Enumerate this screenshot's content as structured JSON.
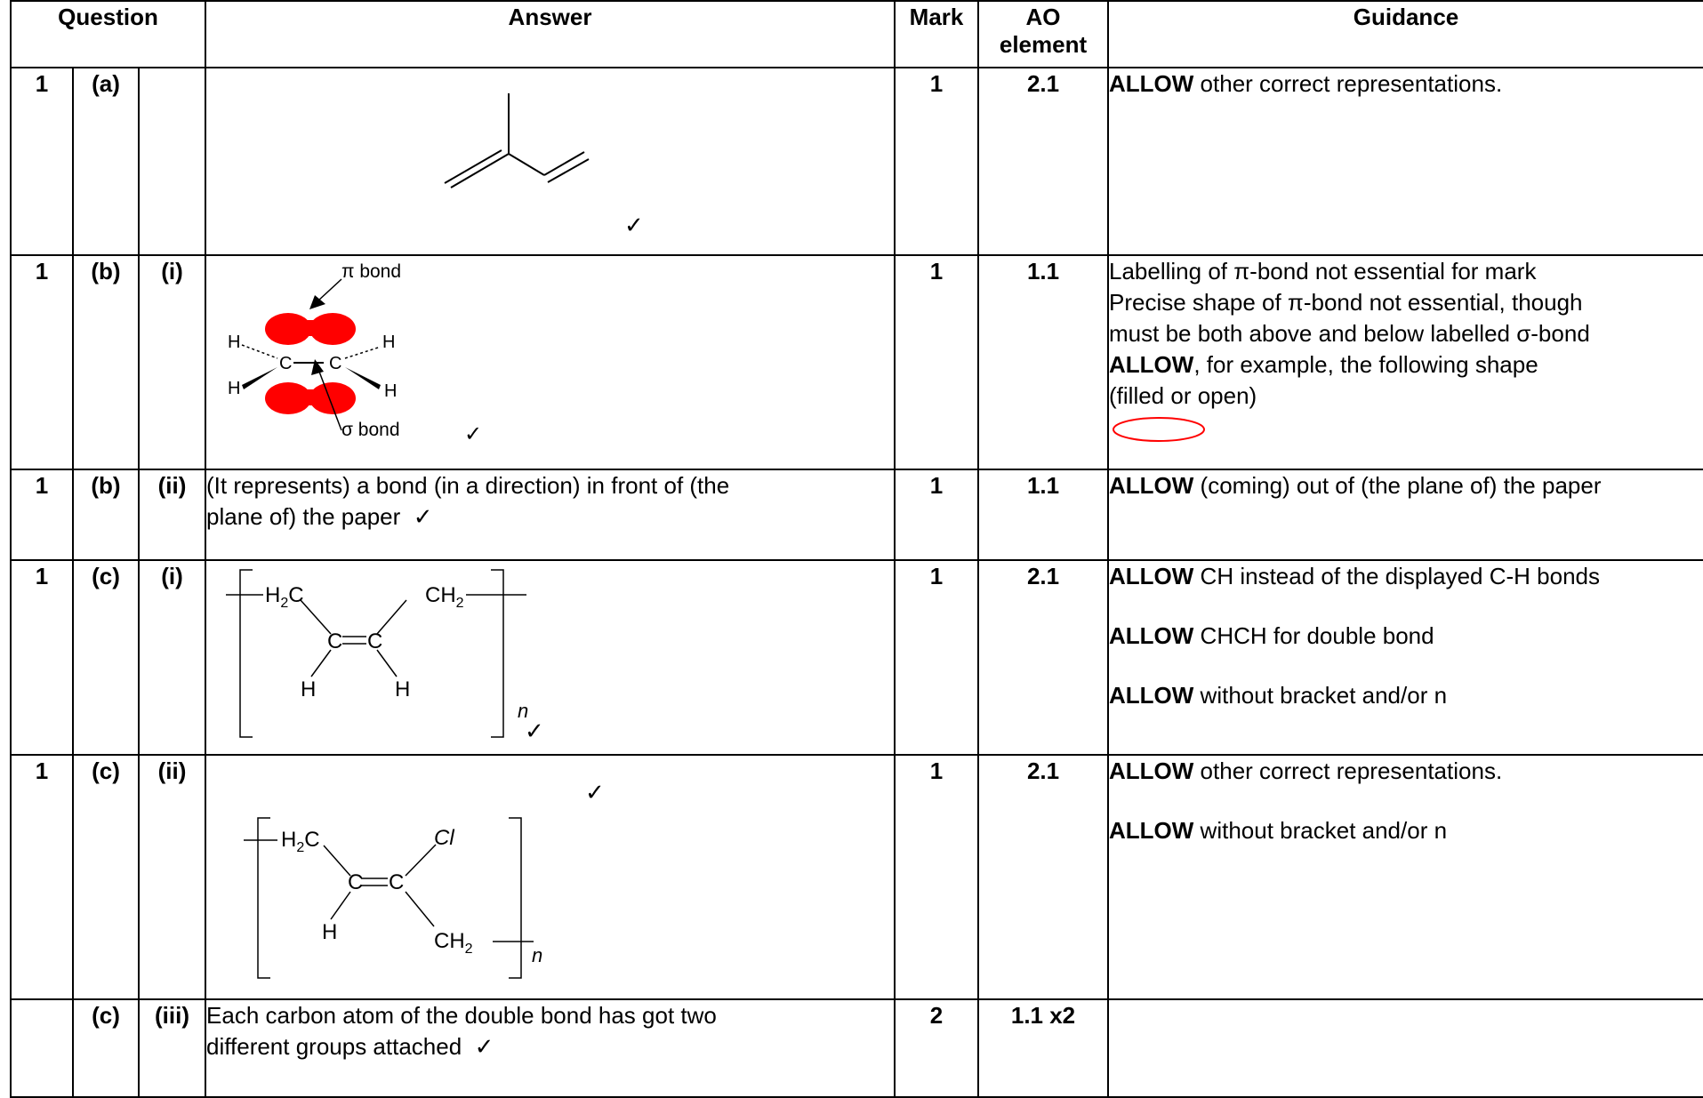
{
  "headers": {
    "question": "Question",
    "answer": "Answer",
    "mark": "Mark",
    "ao_line1": "AO",
    "ao_line2": "element",
    "guidance": "Guidance"
  },
  "rows": [
    {
      "q": "1",
      "part": "(a)",
      "sub": "",
      "mark": "1",
      "ao": "2.1",
      "answer_tick": "✓",
      "guidance": [
        {
          "bold": "ALLOW",
          "text": " other correct representations."
        }
      ]
    },
    {
      "q": "1",
      "part": "(b)",
      "sub": "(i)",
      "mark": "1",
      "ao": "1.1",
      "diagram": {
        "pi_label": "π bond",
        "sigma_label": "σ bond",
        "carbon": "C",
        "hydrogen": "H",
        "tick": "✓"
      },
      "guidance": [
        {
          "bold": "",
          "text": "Labelling of π-bond not essential for mark"
        },
        {
          "bold": "",
          "text": "Precise shape of π-bond not essential, though"
        },
        {
          "bold": "",
          "text": "must be both above and below labelled σ-bond"
        },
        {
          "bold": "ALLOW",
          "text": ", for example, the following shape"
        },
        {
          "bold": "",
          "text": "(filled or open)"
        }
      ]
    },
    {
      "q": "1",
      "part": "(b)",
      "sub": "(ii)",
      "mark": "1",
      "ao": "1.1",
      "answer_lines": [
        "(It represents) a bond (in a direction) in front of (the",
        "plane of) the paper"
      ],
      "answer_tick": "✓",
      "guidance": [
        {
          "bold": "ALLOW",
          "text": " (coming) out of (the plane of) the paper"
        }
      ]
    },
    {
      "q": "1",
      "part": "(c)",
      "sub": "(i)",
      "mark": "1",
      "ao": "2.1",
      "structure": {
        "left_group": "H",
        "left_sub": "2",
        "left_c": "C",
        "right_ch": "CH",
        "right_sub": "2",
        "c_left": "C",
        "c_right": "C",
        "h_left": "H",
        "h_right": "H",
        "n": "n",
        "tick": "✓"
      },
      "guidance": [
        {
          "bold": "ALLOW",
          "text": " CH instead of  the displayed C-H bonds"
        },
        {
          "bold": "ALLOW",
          "text": " CHCH for double bond"
        },
        {
          "bold": "ALLOW",
          "text": " without bracket and/or n"
        }
      ]
    },
    {
      "q": "1",
      "part": "(c)",
      "sub": "(ii)",
      "mark": "1",
      "ao": "2.1",
      "structure": {
        "left_group": "H",
        "left_sub": "2",
        "left_c": "C",
        "cl": "Cl",
        "c_left": "C",
        "c_right": "C",
        "h_left": "H",
        "ch": "CH",
        "ch_sub": "2",
        "n": "n",
        "tick": "✓"
      },
      "guidance": [
        {
          "bold": "ALLOW",
          "text": " other correct representations."
        },
        {
          "bold": "ALLOW",
          "text": " without bracket and/or n"
        }
      ]
    },
    {
      "q": "",
      "part": "(c)",
      "sub": "(iii)",
      "mark": "2",
      "ao": "1.1 x2",
      "answer_lines": [
        "Each carbon atom of the double bond has got two",
        "different groups attached"
      ],
      "answer_tick": "✓",
      "guidance": []
    }
  ]
}
